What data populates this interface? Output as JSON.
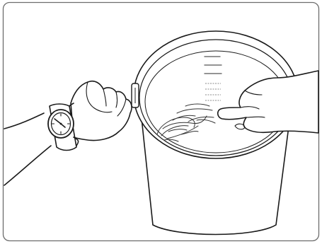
{
  "illustration": {
    "subjects": [
      "wristwatch",
      "bucket",
      "water-swirl",
      "stirring-hand"
    ]
  },
  "colors": {
    "background": "#ffffff",
    "line": "#1a1a1a",
    "frame": "#6d6d6d"
  },
  "icons": {
    "watch": "wristwatch-icon",
    "bucket": "bucket-icon"
  }
}
